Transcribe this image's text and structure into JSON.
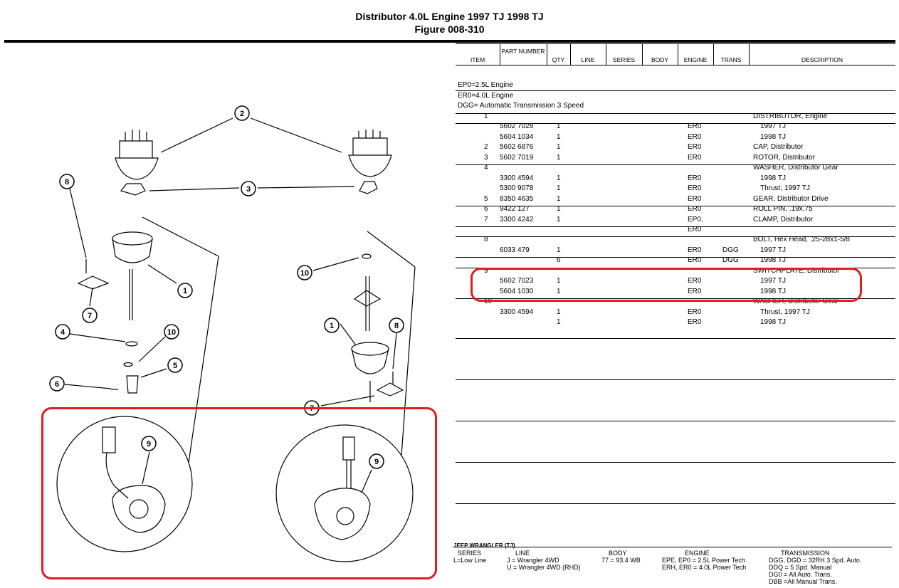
{
  "header": {
    "title": "Distributor 4.0L Engine 1997 TJ 1998 TJ",
    "figure": "Figure 008-310"
  },
  "table": {
    "columns": [
      "ITEM",
      "PART NUMBER",
      "QTY",
      "LINE",
      "SERIES",
      "BODY",
      "ENGINE",
      "TRANS",
      "DESCRIPTION"
    ],
    "notes": [
      "EP0=2.5L Engine",
      "ER0=4.0L Engine",
      "DGG= Automatic Transmission 3 Speed"
    ],
    "rows": [
      {
        "item": "1",
        "part": "",
        "qty": "",
        "engine": "",
        "trans": "",
        "desc": "DISTRIBUTOR, Engine",
        "sub": false,
        "line": true
      },
      {
        "item": "",
        "part": "5602 7028",
        "qty": "1",
        "engine": "ER0",
        "trans": "",
        "desc": "1997 TJ",
        "sub": true,
        "line": true
      },
      {
        "item": "",
        "part": "5604 1034",
        "qty": "1",
        "engine": "ER0",
        "trans": "",
        "desc": "1998 TJ",
        "sub": true,
        "line": false
      },
      {
        "item": "2",
        "part": "5602 6876",
        "qty": "1",
        "engine": "ER0",
        "trans": "",
        "desc": "CAP, Distributor",
        "sub": false,
        "line": false
      },
      {
        "item": "3",
        "part": "5602 7019",
        "qty": "1",
        "engine": "ER0",
        "trans": "",
        "desc": "ROTOR, Distributor",
        "sub": false,
        "line": false
      },
      {
        "item": "4",
        "part": "",
        "qty": "",
        "engine": "",
        "trans": "",
        "desc": "WASHER, Distributor Gear",
        "sub": false,
        "line": true
      },
      {
        "item": "",
        "part": "3300 4594",
        "qty": "1",
        "engine": "ER0",
        "trans": "",
        "desc": "1998 TJ",
        "sub": true,
        "line": false
      },
      {
        "item": "",
        "part": "5300 9078",
        "qty": "1",
        "engine": "ER0",
        "trans": "",
        "desc": "Thrust, 1997 TJ",
        "sub": true,
        "line": false
      },
      {
        "item": "5",
        "part": "8350 4635",
        "qty": "1",
        "engine": "ER0",
        "trans": "",
        "desc": "GEAR, Distributor Drive",
        "sub": false,
        "line": false
      },
      {
        "item": "6",
        "part": "9422 127",
        "qty": "1",
        "engine": "ER0",
        "trans": "",
        "desc": "ROLL PIN, .19x.75",
        "sub": false,
        "line": true
      },
      {
        "item": "7",
        "part": "3300 4242",
        "qty": "1",
        "engine": "EP0,",
        "trans": "",
        "desc": "CLAMP, Distributor",
        "sub": false,
        "line": false
      },
      {
        "item": "",
        "part": "",
        "qty": "",
        "engine": "ER0",
        "trans": "",
        "desc": "",
        "sub": false,
        "line": true
      },
      {
        "item": "8",
        "part": "",
        "qty": "",
        "engine": "",
        "trans": "",
        "desc": "BOLT, Hex Head, .25-28x1-5/8",
        "sub": false,
        "line": true
      },
      {
        "item": "",
        "part": "6033 479",
        "qty": "1",
        "engine": "ER0",
        "trans": "DGG",
        "desc": "1997 TJ",
        "sub": true,
        "line": false
      },
      {
        "item": "",
        "part": "",
        "qty": "6",
        "engine": "ER0",
        "trans": "DGG",
        "desc": "1998 TJ",
        "sub": true,
        "line": true
      },
      {
        "item": "9",
        "part": "",
        "qty": "",
        "engine": "",
        "trans": "",
        "desc": "SWITCHPLATE, Distributor",
        "sub": false,
        "line": true
      },
      {
        "item": "",
        "part": "5602 7023",
        "qty": "1",
        "engine": "ER0",
        "trans": "",
        "desc": "1997 TJ",
        "sub": true,
        "line": false
      },
      {
        "item": "",
        "part": "5604 1030",
        "qty": "1",
        "engine": "ER0",
        "trans": "",
        "desc": "1998 TJ",
        "sub": true,
        "line": false
      },
      {
        "item": "10",
        "part": "",
        "qty": "",
        "engine": "",
        "trans": "",
        "desc": "WASHER, Distributor Gear",
        "sub": false,
        "line": true
      },
      {
        "item": "",
        "part": "3300 4594",
        "qty": "1",
        "engine": "ER0",
        "trans": "",
        "desc": "Thrust, 1997 TJ",
        "sub": true,
        "line": false
      },
      {
        "item": "",
        "part": "",
        "qty": "1",
        "engine": "ER0",
        "trans": "",
        "desc": "1998 TJ",
        "sub": true,
        "line": false
      }
    ]
  },
  "diagram": {
    "callouts": [
      "2",
      "3",
      "8",
      "1",
      "7",
      "4",
      "10",
      "5",
      "6",
      "7",
      "9",
      "10",
      "1",
      "8",
      "9"
    ]
  },
  "footer": {
    "model": "JEEP WRANGLER (TJ)",
    "series_head": "SERIES",
    "series": [
      "L=Low Line"
    ],
    "line_head": "LINE",
    "line": [
      "J = Wrangler 4WD",
      "U = Wrangler 4WD (RHD)"
    ],
    "body_head": "BODY",
    "body": [
      "77 = 93.4 WB"
    ],
    "engine_head": "ENGINE",
    "engine": [
      "EPE, EP0 = 2.5L Power Tech",
      "ERH, ER0 = 4.0L Power Tech"
    ],
    "trans_head": "TRANSMISSION",
    "trans": [
      "DGG, DGD = 32RH 3 Spd. Auto.",
      "DDQ = 5 Spd. Manual",
      "DG0 = All Auto. Trans.",
      "DBB =All Manual Trans."
    ]
  },
  "colors": {
    "highlight": "#e31b23",
    "ink": "#000000"
  }
}
